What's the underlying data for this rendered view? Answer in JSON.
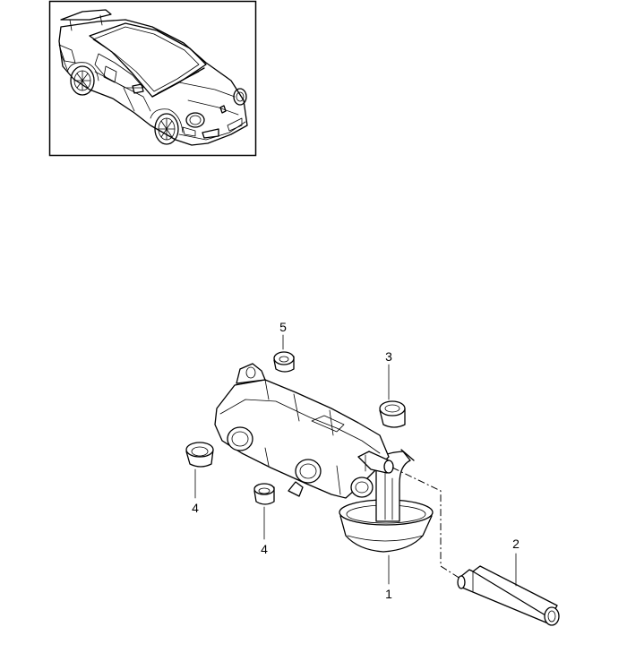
{
  "callouts": [
    {
      "id": "callout-1",
      "text": "1"
    },
    {
      "id": "callout-2",
      "text": "2"
    },
    {
      "id": "callout-3",
      "text": "3"
    },
    {
      "id": "callout-4a",
      "text": "4"
    },
    {
      "id": "callout-4b",
      "text": "4"
    },
    {
      "id": "callout-5",
      "text": "5"
    }
  ]
}
